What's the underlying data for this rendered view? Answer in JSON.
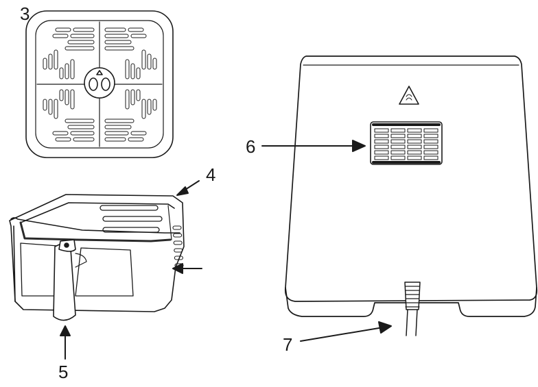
{
  "callouts": {
    "tray": "3",
    "basket": "4",
    "handle": "5",
    "air_outlet": "6",
    "power_cord": "7"
  }
}
